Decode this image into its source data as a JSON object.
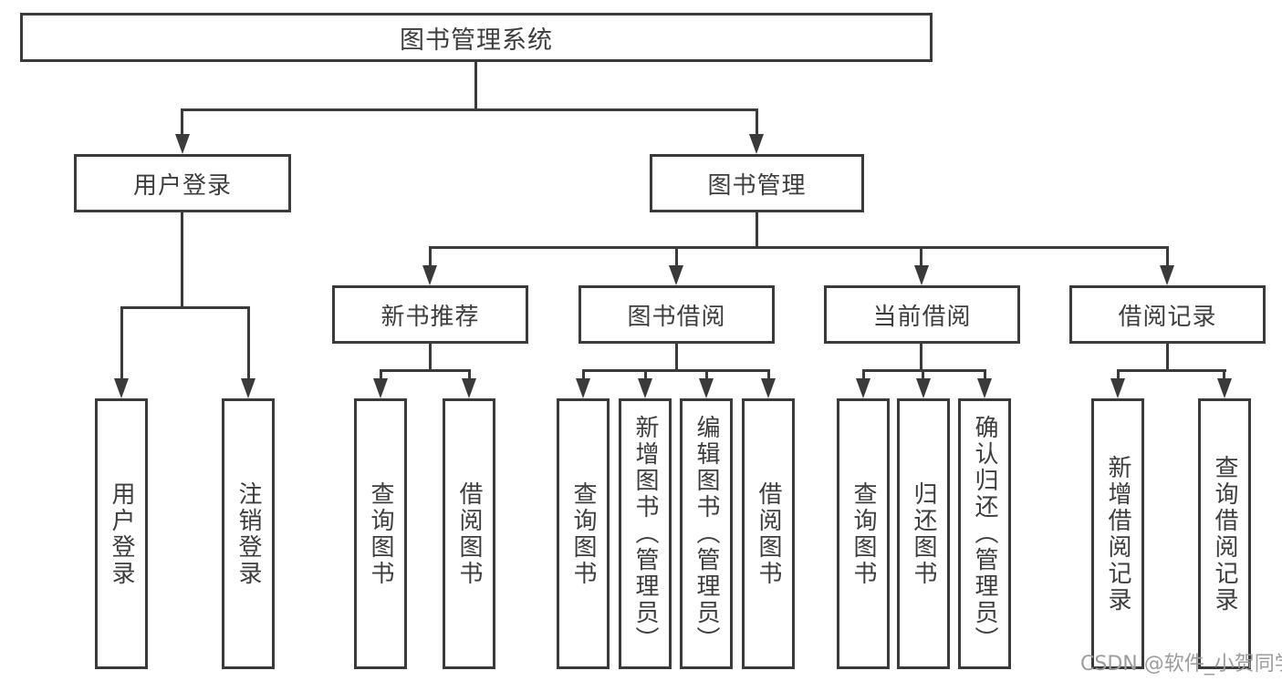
{
  "diagram_type": "hierarchy-tree",
  "tree": {
    "label": "图书管理系统",
    "children": [
      {
        "label": "用户登录",
        "children": [
          {
            "label": "用户登录"
          },
          {
            "label": "注销登录"
          }
        ]
      },
      {
        "label": "图书管理",
        "children": [
          {
            "label": "新书推荐",
            "children": [
              {
                "label": "查询图书"
              },
              {
                "label": "借阅图书"
              }
            ]
          },
          {
            "label": "图书借阅",
            "children": [
              {
                "label": "查询图书"
              },
              {
                "label": "新增图书（管理员）"
              },
              {
                "label": "编辑图书（管理员）"
              },
              {
                "label": "借阅图书"
              }
            ]
          },
          {
            "label": "当前借阅",
            "children": [
              {
                "label": "查询图书"
              },
              {
                "label": "归还图书"
              },
              {
                "label": "确认归还（管理员）"
              }
            ]
          },
          {
            "label": "借阅记录",
            "children": [
              {
                "label": "新增借阅记录"
              },
              {
                "label": "查询借阅记录"
              }
            ]
          }
        ]
      }
    ]
  },
  "watermark": {
    "text": "CSDN @软件_小贺同学"
  },
  "colors": {
    "line": "#3a3a3a",
    "text": "#3d3d3d",
    "watermark": "#9c9c9c",
    "background": "#ffffff"
  }
}
